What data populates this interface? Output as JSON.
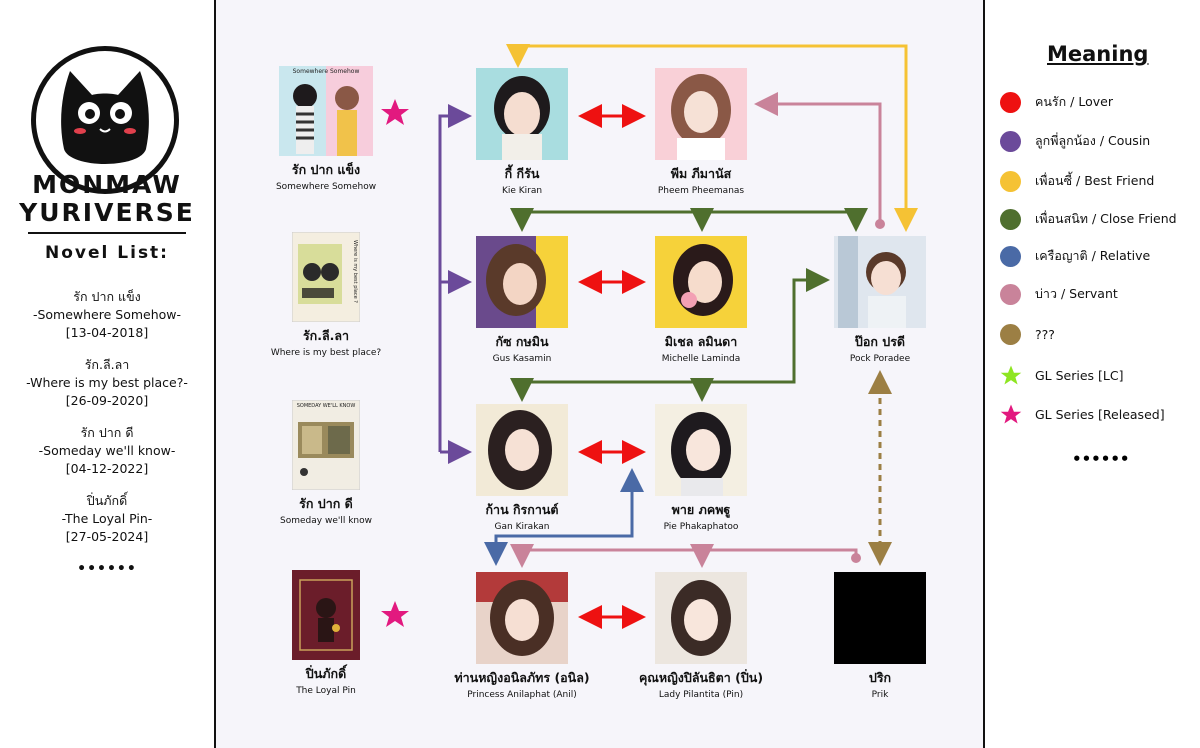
{
  "brand": {
    "line1": "MONMAW",
    "line2": "YURIVERSE"
  },
  "novel_list": {
    "title": "Novel List:",
    "items": [
      {
        "name": "รัก ปาก แข็ง",
        "en": "-Somewhere Somehow-",
        "date": "[13-04-2018]"
      },
      {
        "name": "รัก.ลี.ลา",
        "en": "-Where is my best place?-",
        "date": "[26-09-2020]"
      },
      {
        "name": "รัก ปาก ดี",
        "en": "-Someday we'll know-",
        "date": "[04-12-2022]"
      },
      {
        "name": "ปิ่นภักดิ์",
        "en": "-The Loyal Pin-",
        "date": "[27-05-2024]"
      }
    ],
    "more": "••••••"
  },
  "books": [
    {
      "th": "รัก ปาก แข็ง",
      "en": "Somewhere Somehow",
      "cover_text": "Somewhere Somehow",
      "bg": "#f3d3dd",
      "starred": true
    },
    {
      "th": "รัก.ลี.ลา",
      "en": "Where is my best place?",
      "cover_text": "Where is my best place ?",
      "bg": "#f4eee0",
      "starred": false
    },
    {
      "th": "รัก ปาก ดี",
      "en": "Someday we'll know",
      "cover_text": "SOMEDAY WE'LL KNOW",
      "bg": "#f1ede3",
      "starred": false
    },
    {
      "th": "ปิ่นภักดิ์",
      "en": "The Loyal Pin",
      "cover_text": "",
      "bg": "#6b1d2a",
      "starred": true
    }
  ],
  "characters": {
    "kie": {
      "th": "กี้ กีรัน",
      "en": "Kie Kiran",
      "bg": "#a9dde0",
      "hair": "#1e1a1c"
    },
    "pheem": {
      "th": "พีม ภีมานัส",
      "en": "Pheem Pheemanas",
      "bg": "#f9d0d7",
      "hair": "#8a5846"
    },
    "gus": {
      "th": "กัซ กษมิน",
      "en": "Gus Kasamin",
      "bg": "#6a4a8c",
      "hair": "#5a3a2a"
    },
    "michelle": {
      "th": "มิเชล ลมินดา",
      "en": "Michelle Laminda",
      "bg": "#f6d23a",
      "hair": "#2a1a1a"
    },
    "pock": {
      "th": "ป๊อก ปรดี",
      "en": "Pock Poradee",
      "bg": "#dfe6ee",
      "hair": "#5a3a2a"
    },
    "gan": {
      "th": "ก้าน กิรกานต์",
      "en": "Gan Kirakan",
      "bg": "#f2ead7",
      "hair": "#2b2020"
    },
    "pie": {
      "th": "พาย ภคพฐู",
      "en": "Pie Phakaphatoo",
      "bg": "#f4efe2",
      "hair": "#1e1a1e"
    },
    "anil": {
      "th": "ท่านหญิงอนิลภัทร (อนิล)",
      "en": "Princess Anilaphat (Anil)",
      "bg": "#e8d3c9",
      "hair": "#4a2f25"
    },
    "pin": {
      "th": "คุณหญิงปิลันธิตา (ปิ่น)",
      "en": "Lady Pilantita (Pin)",
      "bg": "#ece6df",
      "hair": "#3b2b26"
    },
    "prik": {
      "th": "ปริก",
      "en": "Prik",
      "bg": "#000000",
      "hair": "#000000"
    }
  },
  "legend": {
    "title": "Meaning",
    "items": [
      {
        "label": "คนรัก / Lover",
        "color": "#ee1111",
        "shape": "dot"
      },
      {
        "label": "ลูกพี่ลูกน้อง / Cousin",
        "color": "#6b4a9a",
        "shape": "dot"
      },
      {
        "label": "เพื่อนซี้ / Best Friend",
        "color": "#f5c234",
        "shape": "dot"
      },
      {
        "label": "เพื่อนสนิท / Close Friend",
        "color": "#4f6f2e",
        "shape": "dot"
      },
      {
        "label": "เครือญาติ / Relative",
        "color": "#4a6aa6",
        "shape": "dot"
      },
      {
        "label": "บ่าว / Servant",
        "color": "#c9839a",
        "shape": "dot"
      },
      {
        "label": "???",
        "color": "#9c7f44",
        "shape": "dot"
      },
      {
        "label": "GL Series [LC]",
        "color": "#8ee521",
        "shape": "star"
      },
      {
        "label": "GL Series [Released]",
        "color": "#e2197f",
        "shape": "star"
      }
    ],
    "more": "••••••"
  }
}
